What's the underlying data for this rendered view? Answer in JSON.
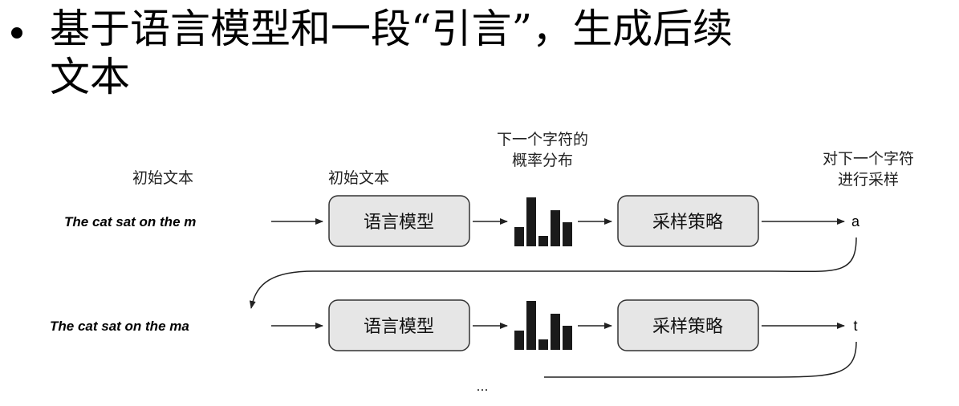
{
  "slide": {
    "bullet_line_1": "基于语言模型和一段“引言”，生成后续",
    "bullet_line_2": "文本"
  },
  "diagram": {
    "label_initial_text_left": "初始文本",
    "label_initial_text_mid": "初始文本",
    "label_prob_line_1": "下一个字符的",
    "label_prob_line_2": "概率分布",
    "label_sample_line_1": "对下一个字符",
    "label_sample_line_2": "进行采样",
    "row1": {
      "input_text": "The cat sat on the m",
      "model_box": "语言模型",
      "strategy_box": "采样策略",
      "output_char": "a"
    },
    "row2": {
      "input_text": "The cat sat on the ma",
      "model_box": "语言模型",
      "strategy_box": "采样策略",
      "output_char": "t"
    },
    "ellipsis": "...",
    "colors": {
      "box_fill": "#e6e6e6",
      "box_stroke": "#333333",
      "bar_fill": "#1a1a1a"
    }
  }
}
